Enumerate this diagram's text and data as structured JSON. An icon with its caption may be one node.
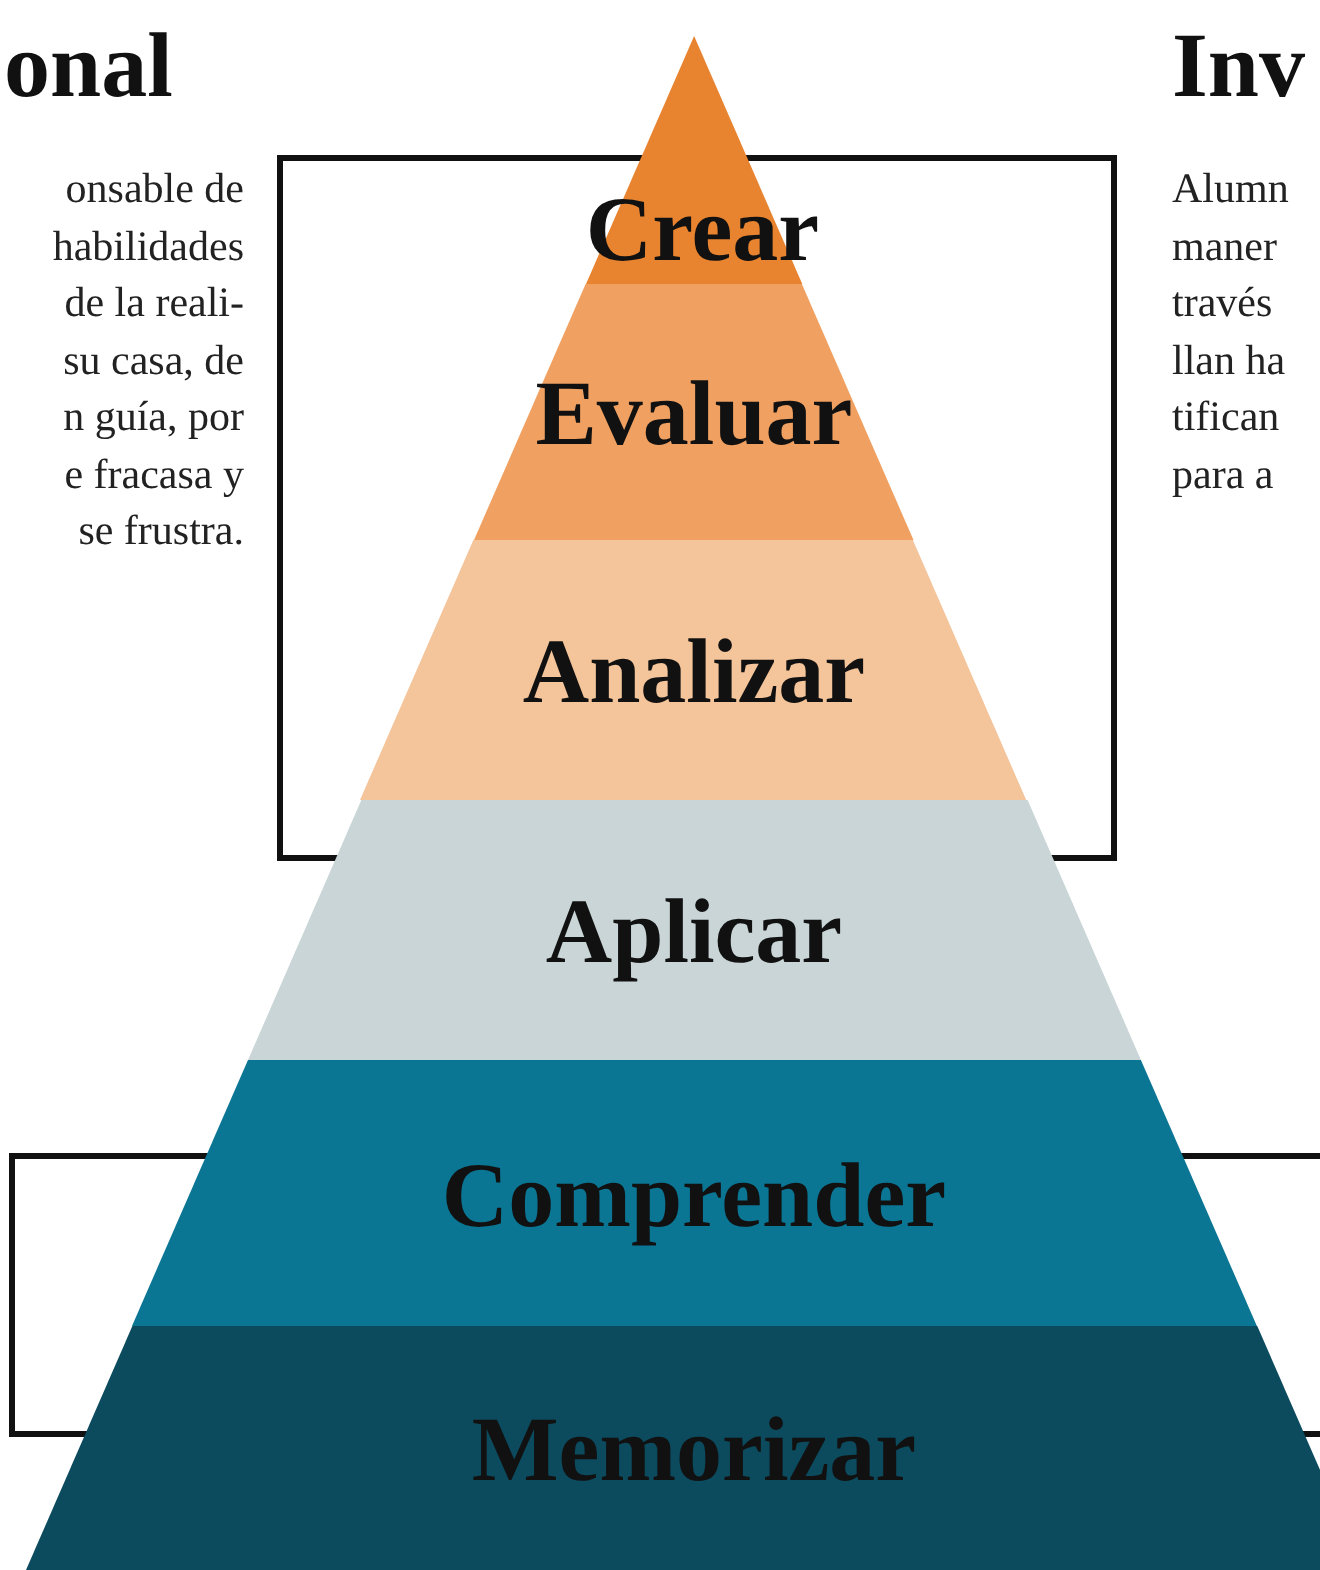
{
  "diagram": {
    "nodes": [
      {
        "text": [
          "Crear"
        ]
      },
      {
        "text": [
          "Evaluar"
        ]
      },
      {
        "text": [
          "Analizar"
        ]
      },
      {
        "text": [
          "Aplicar"
        ]
      },
      {
        "text": [
          "Comprender"
        ]
      },
      {
        "text": [
          "Memorizar"
        ]
      }
    ],
    "labels": [
      "onal",
      "onsable de",
      "habilidades",
      "de la reali-",
      "su casa, de",
      "n guía, por",
      "e fracasa y",
      "se frustra.",
      "Inv",
      "Alumn",
      "maner",
      "través",
      "llan ha",
      "tifican",
      "para a"
    ]
  }
}
